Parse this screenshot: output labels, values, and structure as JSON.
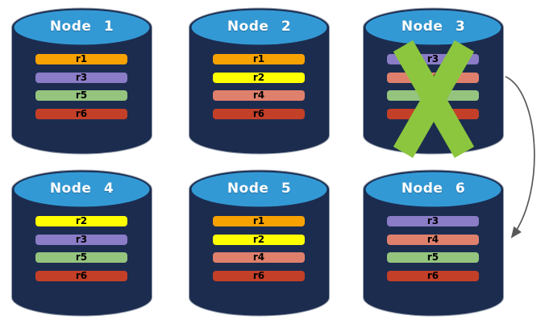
{
  "colors": {
    "background": "#FFFFFF",
    "cylinder_body": "#1C2C4F",
    "cylinder_outline": "#97A1AE",
    "cylinder_top": "#3399D5",
    "node_title_text": "#FFFFFF",
    "replica_label_text": "#000000",
    "failure_x": "#8CC63E",
    "arrow": "#58595B"
  },
  "replica_colors": {
    "r1": "#F6A202",
    "r2": "#FFFF00",
    "r3": "#8A7CC6",
    "r4": "#DF806C",
    "r5": "#94C47E",
    "r6": "#C43F28"
  },
  "nodes": [
    {
      "label": "Node 1",
      "replicas": [
        "r1",
        "r3",
        "r5",
        "r6"
      ],
      "failed": false
    },
    {
      "label": "Node 2",
      "replicas": [
        "r1",
        "r2",
        "r4",
        "r6"
      ],
      "failed": false
    },
    {
      "label": "Node 3",
      "replicas": [
        "r3",
        "r4",
        "r5",
        "r6"
      ],
      "failed": true
    },
    {
      "label": "Node 4",
      "replicas": [
        "r2",
        "r3",
        "r5",
        "r6"
      ],
      "failed": false
    },
    {
      "label": "Node 5",
      "replicas": [
        "r1",
        "r2",
        "r4",
        "r6"
      ],
      "failed": false
    },
    {
      "label": "Node 6",
      "replicas": [
        "r3",
        "r4",
        "r5",
        "r6"
      ],
      "failed": false
    }
  ],
  "arrow": {
    "from_node": "Node 3",
    "to_node": "Node 6"
  }
}
